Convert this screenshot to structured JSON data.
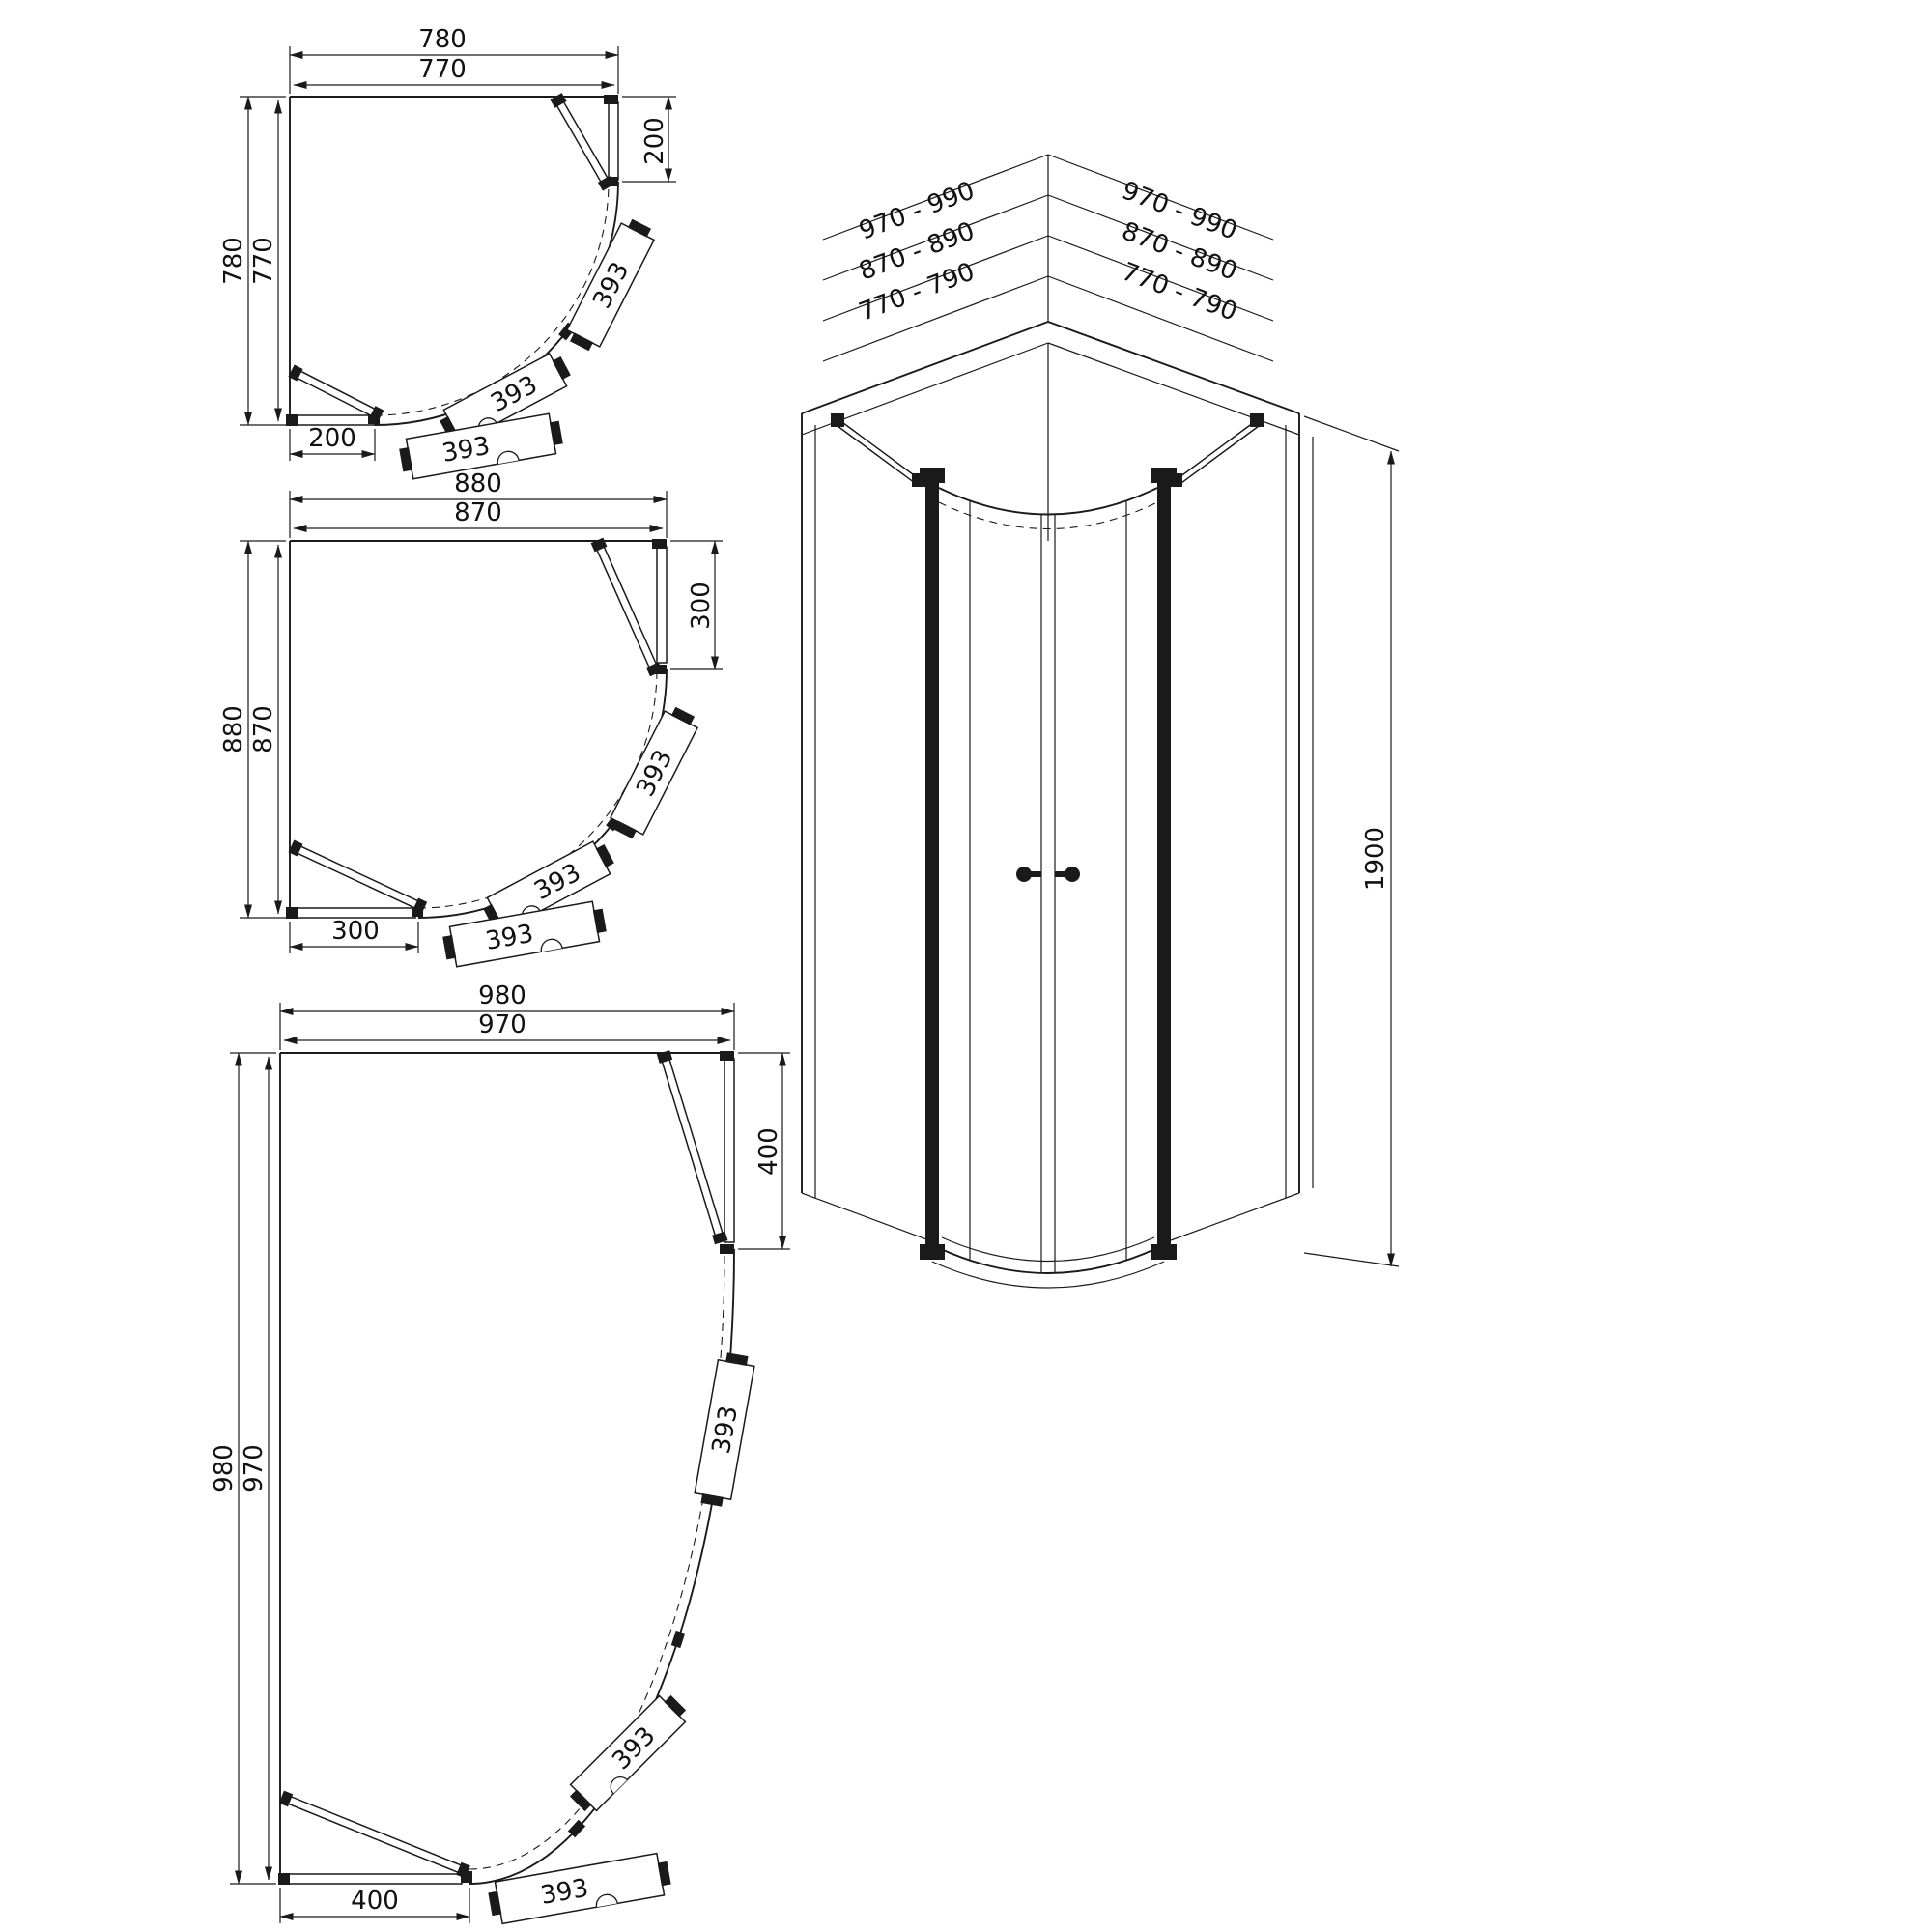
{
  "colors": {
    "background": "#ffffff",
    "line": "#1a1a1a"
  },
  "plans": [
    {
      "top_outer": "780",
      "top_inner": "770",
      "left_outer": "780",
      "left_inner": "770",
      "side_offset": "200",
      "bottom_offset": "200",
      "door_widths": [
        "393",
        "393",
        "393"
      ]
    },
    {
      "top_outer": "880",
      "top_inner": "870",
      "left_outer": "880",
      "left_inner": "870",
      "side_offset": "300",
      "bottom_offset": "300",
      "door_widths": [
        "393",
        "393",
        "393"
      ]
    },
    {
      "top_outer": "980",
      "top_inner": "970",
      "left_outer": "980",
      "left_inner": "970",
      "side_offset": "400",
      "bottom_offset": "400",
      "door_widths": [
        "393",
        "393",
        "393"
      ]
    }
  ],
  "perspective": {
    "width_ranges_left": [
      "970 - 990",
      "870 - 890",
      "770 - 790"
    ],
    "width_ranges_right": [
      "970 - 990",
      "870 - 890",
      "770 - 790"
    ],
    "height": "1900"
  }
}
